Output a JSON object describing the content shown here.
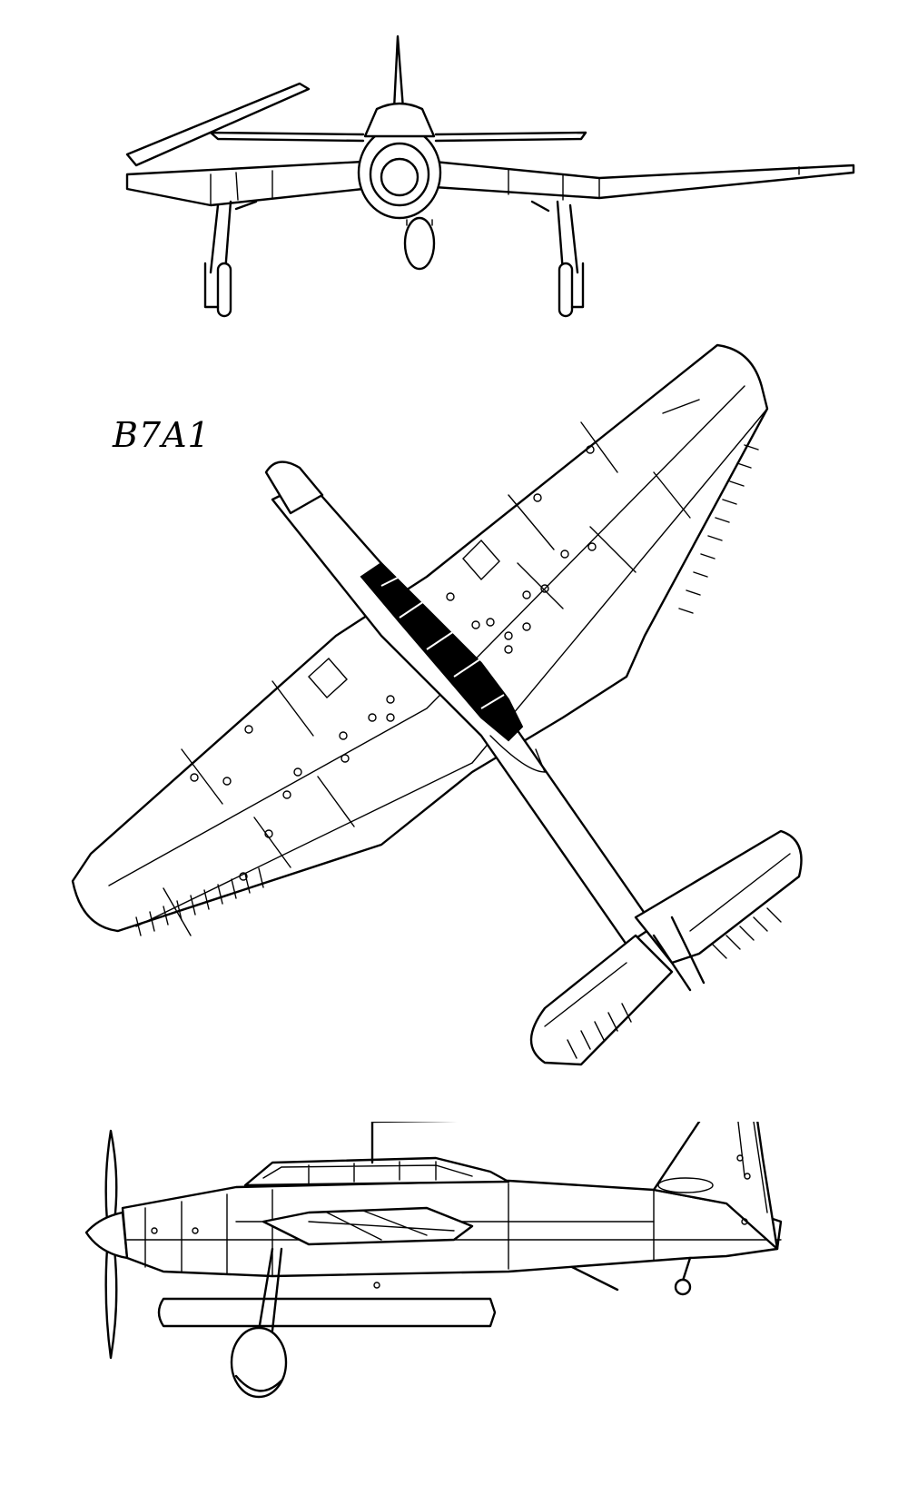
{
  "drawing": {
    "designation": "B7A1",
    "views": [
      "front-view",
      "top-view",
      "side-view"
    ],
    "line_color": "#000000",
    "background_color": "#ffffff"
  }
}
